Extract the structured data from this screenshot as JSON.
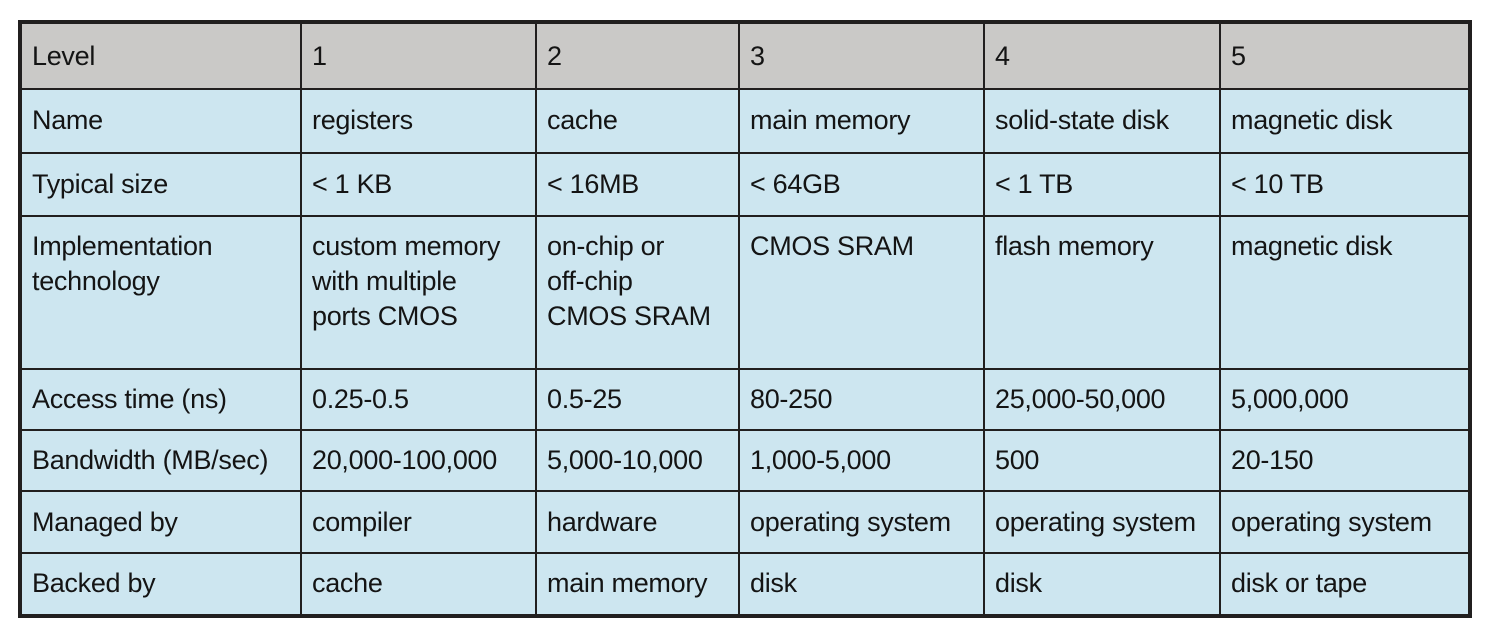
{
  "table": {
    "name": "memory-hierarchy-table",
    "colors": {
      "header_background": "#cac9c7",
      "body_background": "#cde6f0",
      "border": "#211f1f",
      "text": "#141414"
    },
    "columns": [
      {
        "key": "attribute",
        "header": "Level"
      },
      {
        "key": "level1",
        "header": "1"
      },
      {
        "key": "level2",
        "header": "2"
      },
      {
        "key": "level3",
        "header": "3"
      },
      {
        "key": "level4",
        "header": "4"
      },
      {
        "key": "level5",
        "header": "5"
      }
    ],
    "rows": [
      {
        "id": "name",
        "label": "Name",
        "cells": [
          "registers",
          "cache",
          "main memory",
          "solid-state disk",
          "magnetic disk"
        ]
      },
      {
        "id": "typical-size",
        "label": "Typical size",
        "cells": [
          "< 1 KB",
          "< 16MB",
          "< 64GB",
          "< 1 TB",
          "< 10 TB"
        ]
      },
      {
        "id": "implementation-technology",
        "label": "Implementation\ntechnology",
        "cells": [
          "custom memory\nwith multiple\nports CMOS",
          "on-chip or\noff-chip\nCMOS SRAM",
          "CMOS SRAM",
          "flash memory",
          "magnetic disk"
        ]
      },
      {
        "id": "access-time",
        "label": "Access time (ns)",
        "cells": [
          "0.25-0.5",
          "0.5-25",
          "80-250",
          "25,000-50,000",
          "5,000,000"
        ]
      },
      {
        "id": "bandwidth",
        "label": "Bandwidth (MB/sec)",
        "cells": [
          "20,000-100,000",
          "5,000-10,000",
          "1,000-5,000",
          "500",
          "20-150"
        ]
      },
      {
        "id": "managed-by",
        "label": "Managed by",
        "cells": [
          "compiler",
          "hardware",
          "operating system",
          "operating system",
          "operating system"
        ]
      },
      {
        "id": "backed-by",
        "label": "Backed by",
        "cells": [
          "cache",
          "main memory",
          "disk",
          "disk",
          "disk or tape"
        ]
      }
    ]
  }
}
